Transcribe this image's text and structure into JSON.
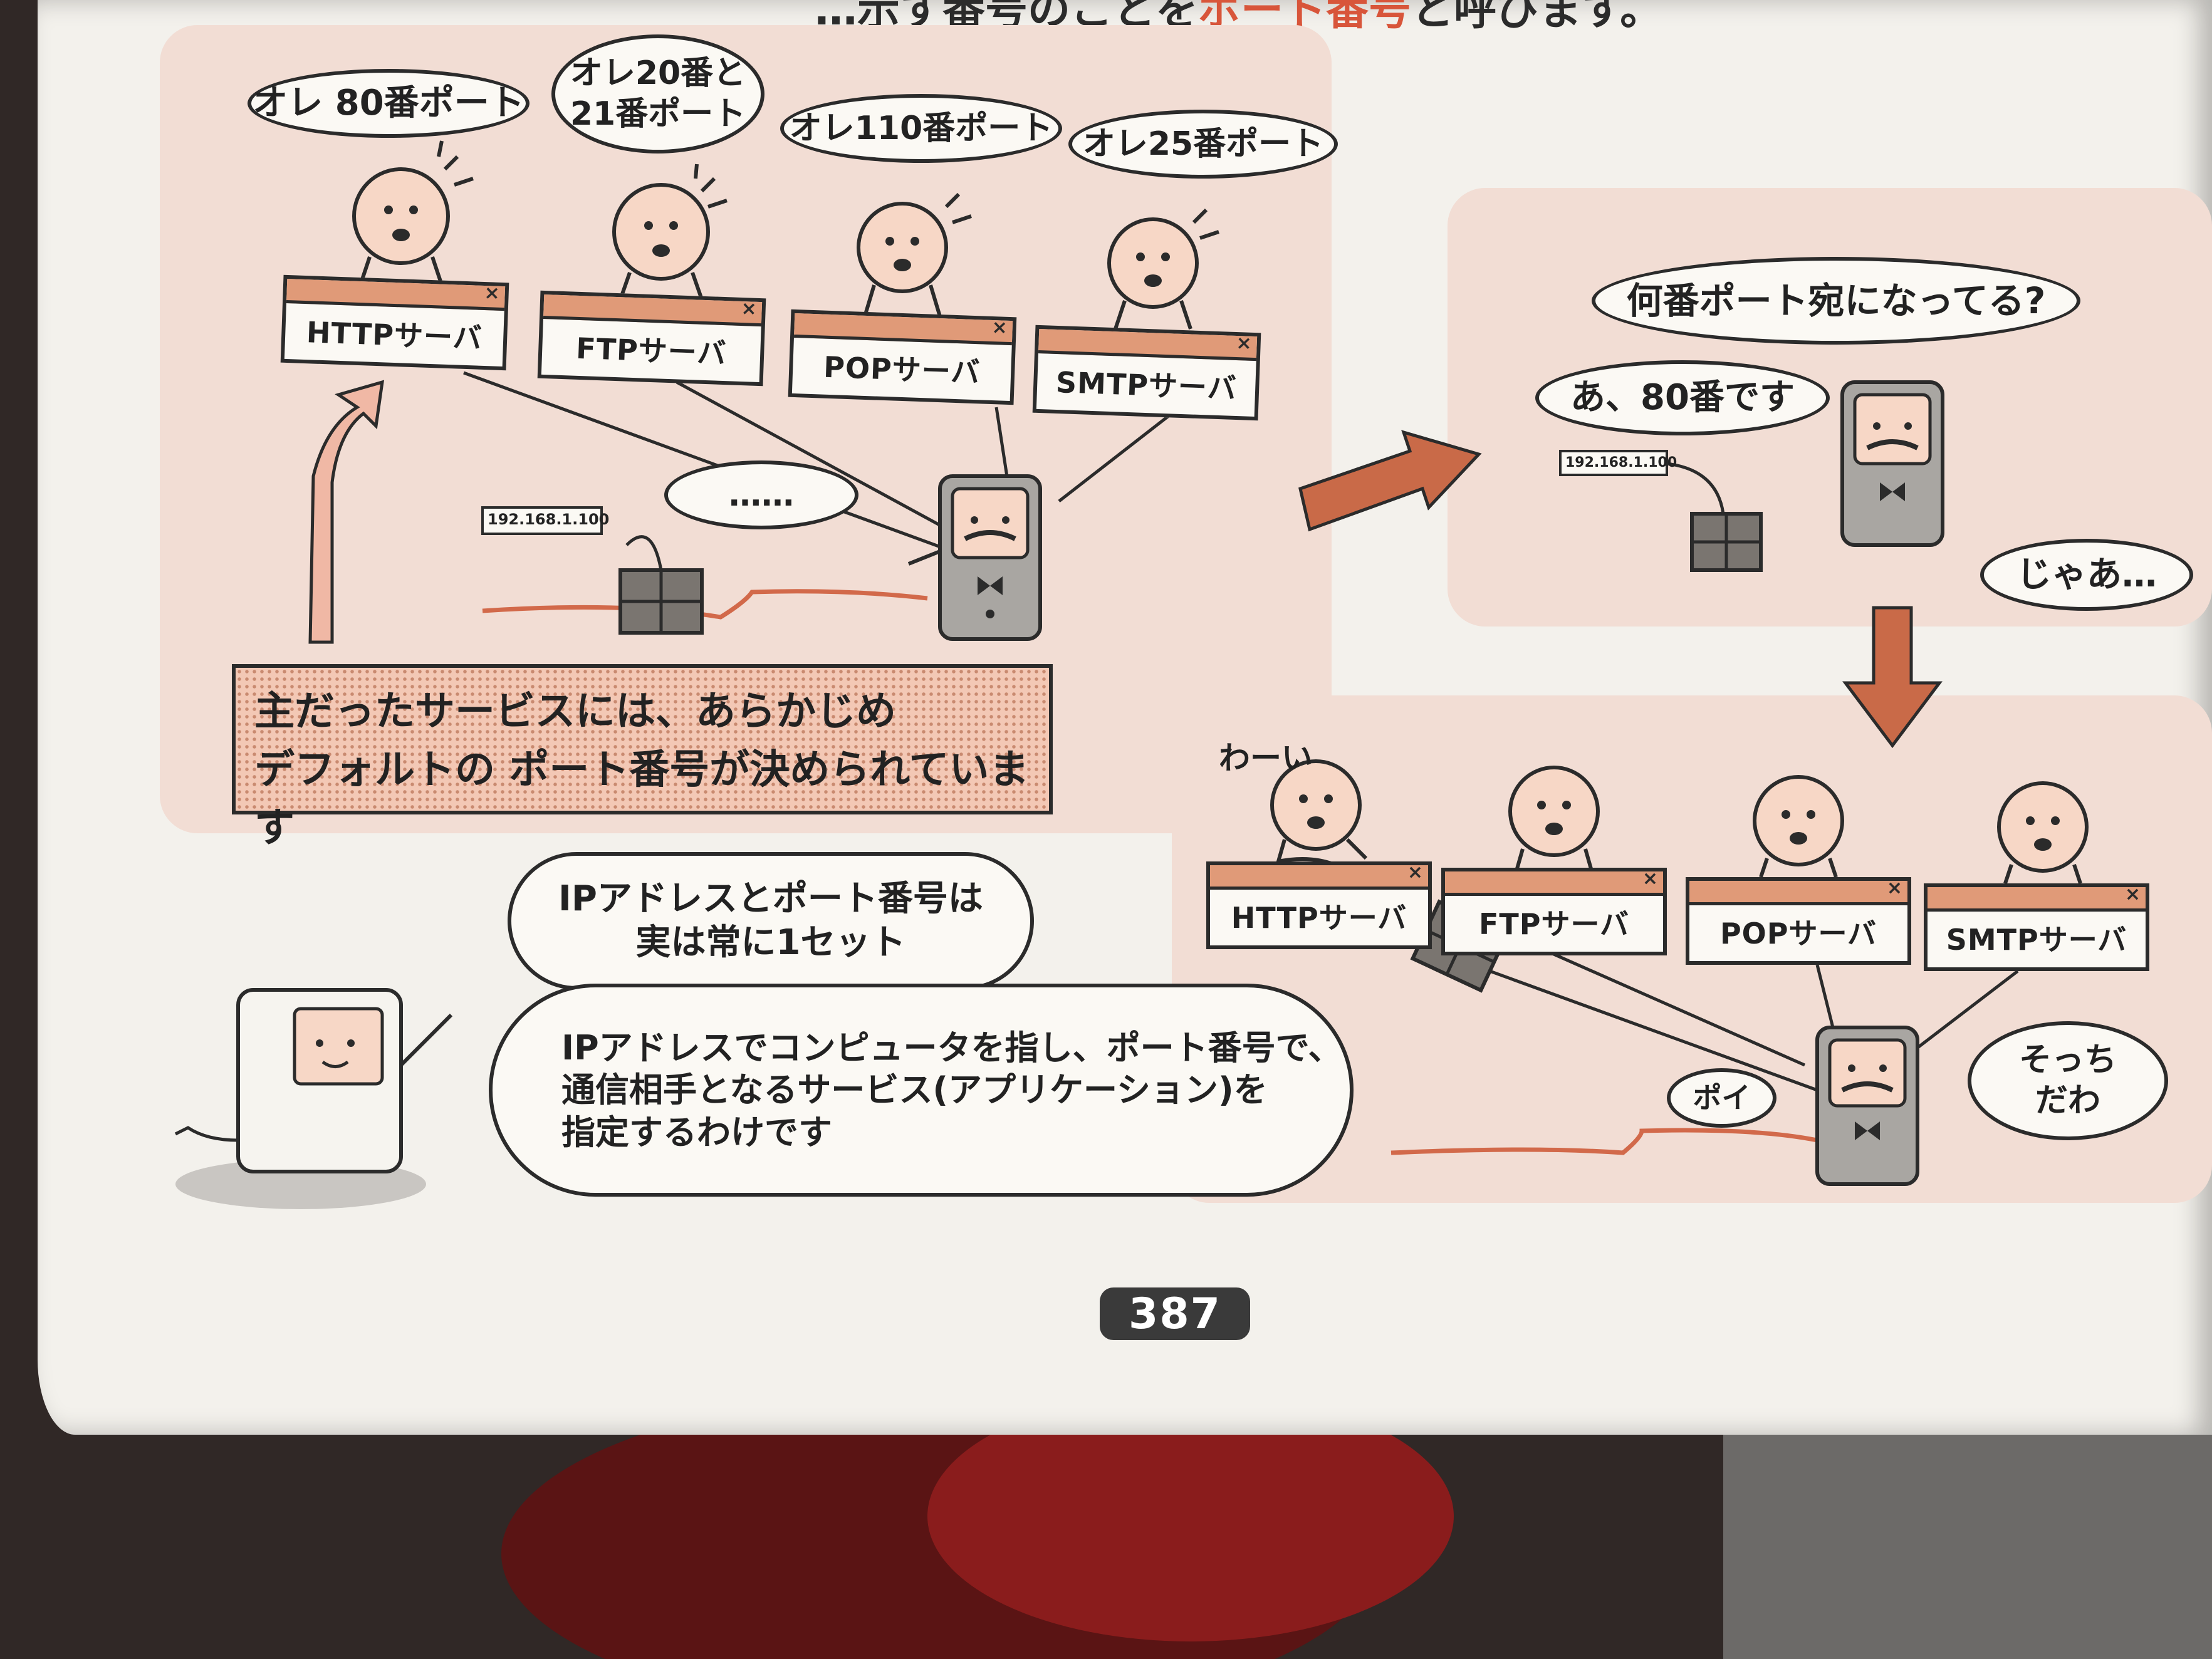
{
  "header": {
    "before": "…示す番号のことを",
    "highlight": "ポート番号",
    "after": "と呼びます。"
  },
  "servers": {
    "http": "HTTPサーバ",
    "ftp": "FTPサーバ",
    "pop": "POPサーバ",
    "smtp": "SMTPサーバ"
  },
  "speech": {
    "http_port": "オレ 80番ポート",
    "ftp_port_1": "オレ20番と",
    "ftp_port_2": "21番ポート",
    "pop_port": "オレ110番ポート",
    "smtp_port": "オレ25番ポート",
    "ellipsis": "……",
    "which_port": "何番ポート宛になってる?",
    "answer": "あ、80番です",
    "well": "じゃあ…",
    "yay": "わーい",
    "toss": "ポイ",
    "there_1": "そっち",
    "there_2": "だわ"
  },
  "packet_label": "192.168.1.100",
  "note": {
    "line1": "主だったサービスには、あらかじめ",
    "line2": "デフォルトの ポート番号が決められています"
  },
  "explain": {
    "line1": "IPアドレスとポート番号は",
    "line2": "実は常に1セット",
    "line3": "IPアドレスでコンピュータを指し、ポート番号で、",
    "line4": "通信相手となるサービス(アプリケーション)を",
    "line5": "指定するわけです"
  },
  "page_number": "387",
  "colors": {
    "panel": "#f2ddd4",
    "accent": "#e09a78",
    "arrow": "#c96a48",
    "ink": "#2b2b2b"
  }
}
